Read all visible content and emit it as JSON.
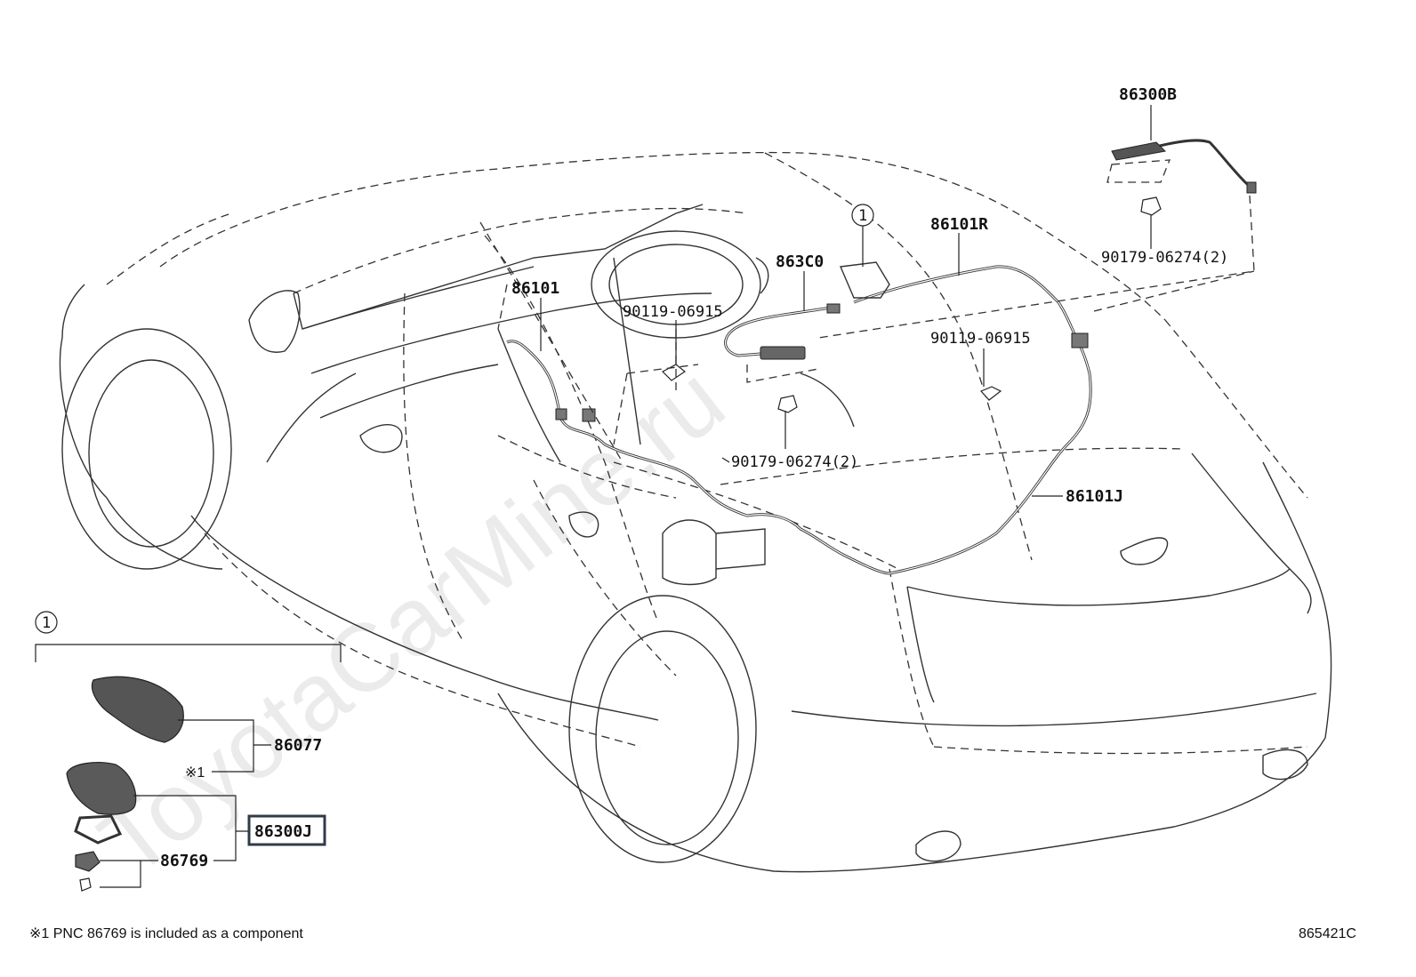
{
  "labels": {
    "p86300B": "86300B",
    "p90179_top": "90179-06274(2)",
    "p86101R": "86101R",
    "p863C0": "863C0",
    "p86101": "86101",
    "p90119_left": "90119-06915",
    "p90119_right": "90119-06915",
    "p90179_mid": "90179-06274(2)",
    "p86101J": "86101J",
    "p86077": "86077",
    "ref1": "※1",
    "p86300J": "86300J",
    "p86769": "86769",
    "circle1_top": "1",
    "circle1_box": "1"
  },
  "footnote": "※1 PNC 86769 is included as a component",
  "diagram_code": "865421C",
  "watermark": "ToyotaCarMine.ru",
  "colors": {
    "highlight_border": "#2f3b4a",
    "line": "#333333",
    "part_fill": "#555555"
  }
}
